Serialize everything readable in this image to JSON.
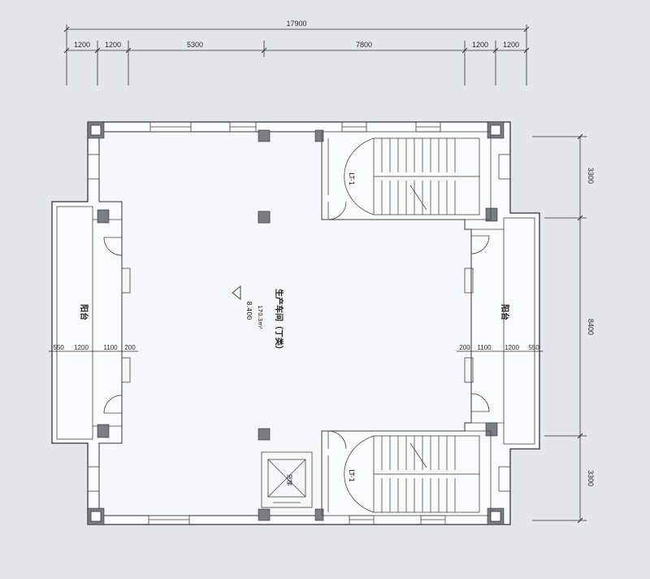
{
  "dimensions": {
    "top_total": "17900",
    "top_segments": [
      "1200",
      "1200",
      "5300",
      "7800",
      "1200",
      "1200"
    ],
    "right_segments": [
      "3300",
      "8400",
      "3300"
    ],
    "left_inner": [
      "550",
      "1200",
      "1100",
      "200"
    ],
    "right_inner": [
      "200",
      "1100",
      "1200",
      "550"
    ]
  },
  "rooms": {
    "workshop_name": "生产车间（丁类）",
    "workshop_area": "170.3m²",
    "level_mark": "8.400",
    "balcony_left": "阳台",
    "balcony_right": "阳台",
    "elevator_label": "货梯",
    "stair_top_label": "LT-1",
    "stair_bottom_label": "LT-1"
  },
  "colors": {
    "background": "#e4e6ea",
    "wall_fill": "#fafbfc",
    "line": "#333333",
    "column": "#7a7d82"
  }
}
